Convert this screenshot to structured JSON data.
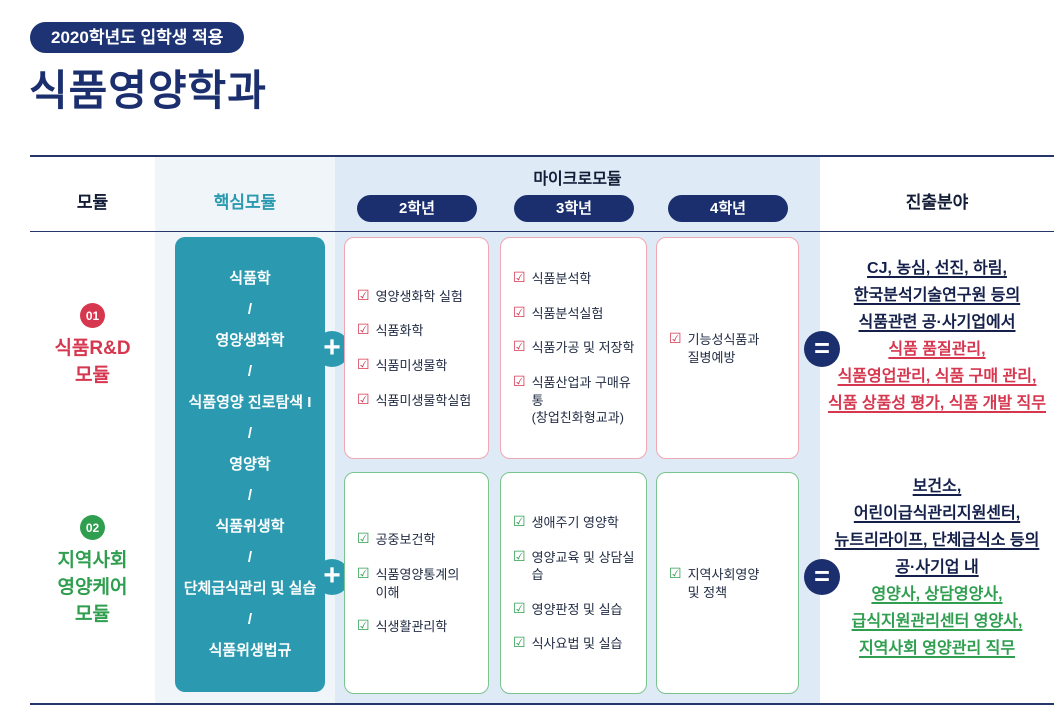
{
  "badge": {
    "label": "2020학년도 입학생 적용"
  },
  "title": "식품영양학과",
  "header": {
    "module": "모듈",
    "core": "핵심모듈",
    "micro": "마이크로모듈",
    "years": {
      "y2": "2학년",
      "y3": "3학년",
      "y4": "4학년"
    },
    "career": "진출분야"
  },
  "core_module": {
    "lines": [
      "식품학",
      "/",
      "영양생화학",
      "/",
      "식품영양 진로탐색 I",
      "/",
      "영양학",
      "/",
      "식품위생학",
      "/",
      "단체급식관리 및 실습",
      "/",
      "식품위생법규"
    ]
  },
  "icons": {
    "check": "☑",
    "plus": "+",
    "equals": "="
  },
  "rows": [
    {
      "number": "01",
      "title_lines": [
        "식품R&D",
        "모듈"
      ],
      "year2": {
        "items": [
          "영양생화학 실험",
          "식품화학",
          "식품미생물학",
          "식품미생물학실험"
        ]
      },
      "year3": {
        "items": [
          "식품분석학",
          "식품분석실험",
          "식품가공 및 저장학",
          "식품산업과 구매유통\n(창업친화형교과)"
        ]
      },
      "year4": {
        "items": [
          "기능성식품과\n질병예방"
        ]
      },
      "career": {
        "main_lines": [
          "CJ, 농심, 선진, 하림,",
          "한국분석기술연구원 등의",
          "식품관련 공·사기업에서"
        ],
        "accent_lines": [
          "식품 품질관리,",
          "식품영업관리, 식품 구매 관리,",
          "식품 상품성 평가, 식품 개발 직무"
        ]
      }
    },
    {
      "number": "02",
      "title_lines": [
        "지역사회",
        "영양케어",
        "모듈"
      ],
      "year2": {
        "items": [
          "공중보건학",
          "식품영양통계의\n이해",
          "식생활관리학"
        ]
      },
      "year3": {
        "items": [
          "생애주기 영양학",
          "영양교육 및 상담실습",
          "영양판정 및 실습",
          "식사요법 및 실습"
        ]
      },
      "year4": {
        "items": [
          "지역사회영양\n및 정책"
        ]
      },
      "career": {
        "main_lines": [
          "보건소,",
          "어린이급식관리지원센터,",
          "뉴트리라이프, 단체급식소 등의",
          "공·사기업 내"
        ],
        "accent_lines": [
          "영양사, 상담영양사,",
          "급식지원관리센터 영양사,",
          "지역사회 영양관리 직무"
        ]
      }
    }
  ],
  "colors": {
    "navy": "#1b2f6e",
    "teal": "#2b9ab0",
    "red": "#d6374f",
    "green": "#2f9e4f",
    "micro_background": "#dfeaf7",
    "core_background": "#f0f5fa"
  }
}
